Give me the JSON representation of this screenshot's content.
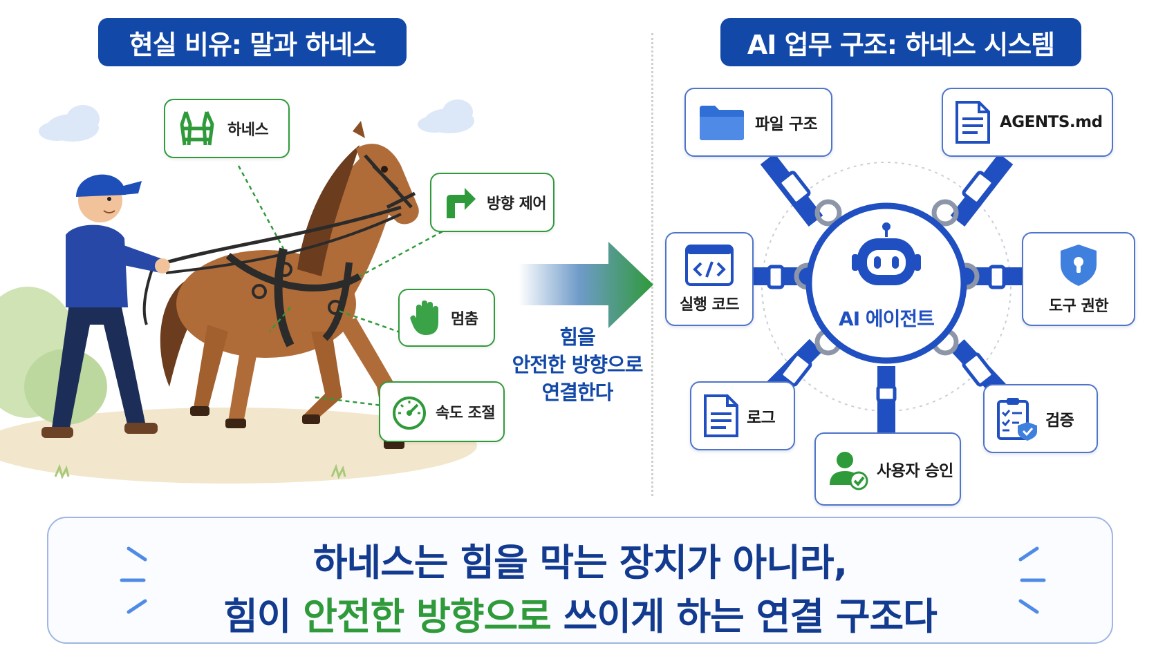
{
  "left_title": "현실 비유: 말과 하네스",
  "right_title": "AI 업무 구조: 하네스 시스템",
  "left_labels": {
    "harness": "하네스",
    "direction": "방향 제어",
    "stop": "멈춤",
    "speed": "속도 조절"
  },
  "center_text": {
    "line1": "힘을",
    "line2": "안전한 방향으로",
    "line3": "연결한다"
  },
  "hub_label": "AI 에이전트",
  "right_nodes": {
    "file_structure": "파일 구조",
    "agents_md": "AGENTS.md",
    "exec_code": "실행 코드",
    "tool_permission": "도구 권한",
    "log": "로그",
    "user_approval": "사용자 승인",
    "verification": "검증"
  },
  "bottom": {
    "line1": "하네스는 힘을 막는 장치가 아니라,",
    "line2_part1": "힘이 ",
    "line2_highlight": "안전한 방향으로",
    "line2_part2": " 쓰이게 하는 연결 구조다"
  },
  "colors": {
    "title_bg": "#1248a8",
    "green": "#2f9a3a",
    "navy": "#123a8f",
    "strap_blue": "#1f4fc0"
  }
}
